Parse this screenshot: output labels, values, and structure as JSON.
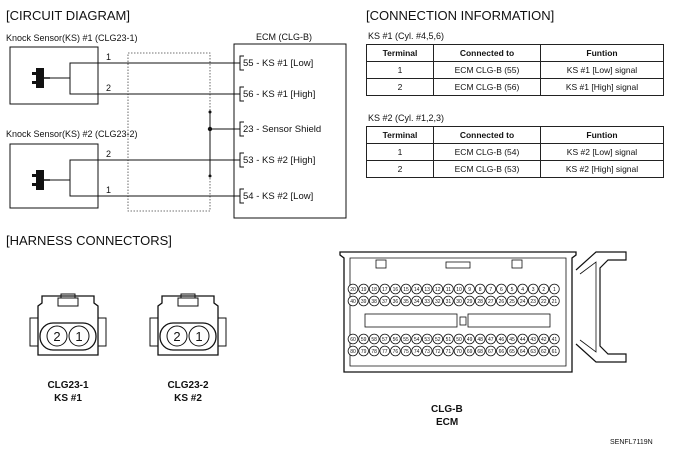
{
  "circuit": {
    "title": "[CIRCUIT DIAGRAM]",
    "sensor1_label": "Knock Sensor(KS) #1 (CLG23-1)",
    "sensor2_label": "Knock Sensor(KS) #2 (CLG23-2)",
    "ecm_label": "ECM (CLG-B)",
    "wire_numbers": {
      "s1_top": "1",
      "s1_bottom": "2",
      "s2_top": "2",
      "s2_bottom": "1"
    },
    "pins": [
      {
        "num": "55",
        "text": "- KS #1 [Low]"
      },
      {
        "num": "56",
        "text": "- KS #1 [High]"
      },
      {
        "num": "23",
        "text": "- Sensor Shield"
      },
      {
        "num": "53",
        "text": "- KS #2 [High]"
      },
      {
        "num": "54",
        "text": "- KS #2 [Low]"
      }
    ]
  },
  "connection": {
    "title": "[CONNECTION INFORMATION]",
    "tables": [
      {
        "caption": "KS #1 (Cyl. #4,5,6)",
        "headers": [
          "Terminal",
          "Connected to",
          "Funtion"
        ],
        "rows": [
          [
            "1",
            "ECM CLG-B (55)",
            "KS #1 [Low] signal"
          ],
          [
            "2",
            "ECM CLG-B (56)",
            "KS #1 [High] signal"
          ]
        ]
      },
      {
        "caption": "KS #2 (Cyl. #1,2,3)",
        "headers": [
          "Terminal",
          "Connected to",
          "Funtion"
        ],
        "rows": [
          [
            "1",
            "ECM CLG-B (54)",
            "KS #2 [Low] signal"
          ],
          [
            "2",
            "ECM CLG-B (53)",
            "KS #2 [High] signal"
          ]
        ]
      }
    ]
  },
  "harness": {
    "title": "[HARNESS CONNECTORS]",
    "connectors": [
      {
        "pins": [
          "2",
          "1"
        ],
        "name": "CLG23-1",
        "sub": "KS #1"
      },
      {
        "pins": [
          "2",
          "1"
        ],
        "name": "CLG23-2",
        "sub": "KS #2"
      }
    ],
    "ecm": {
      "name": "CLG-B",
      "sub": "ECM",
      "row1": [
        "20",
        "19",
        "18",
        "17",
        "16",
        "15",
        "14",
        "13",
        "12",
        "11",
        "10",
        "9",
        "8",
        "7",
        "6",
        "5",
        "4",
        "3",
        "2",
        "1"
      ],
      "row2": [
        "40",
        "39",
        "38",
        "37",
        "36",
        "35",
        "34",
        "33",
        "32",
        "31",
        "30",
        "29",
        "28",
        "27",
        "26",
        "25",
        "24",
        "23",
        "22",
        "21"
      ],
      "row3": [
        "60",
        "59",
        "58",
        "57",
        "56",
        "55",
        "54",
        "53",
        "52",
        "51",
        "50",
        "49",
        "48",
        "47",
        "46",
        "45",
        "44",
        "43",
        "42",
        "41"
      ],
      "row4": [
        "80",
        "79",
        "78",
        "77",
        "76",
        "75",
        "74",
        "73",
        "72",
        "71",
        "70",
        "69",
        "68",
        "67",
        "66",
        "65",
        "64",
        "63",
        "62",
        "61"
      ]
    }
  },
  "footer_code": "SENFL7119N"
}
